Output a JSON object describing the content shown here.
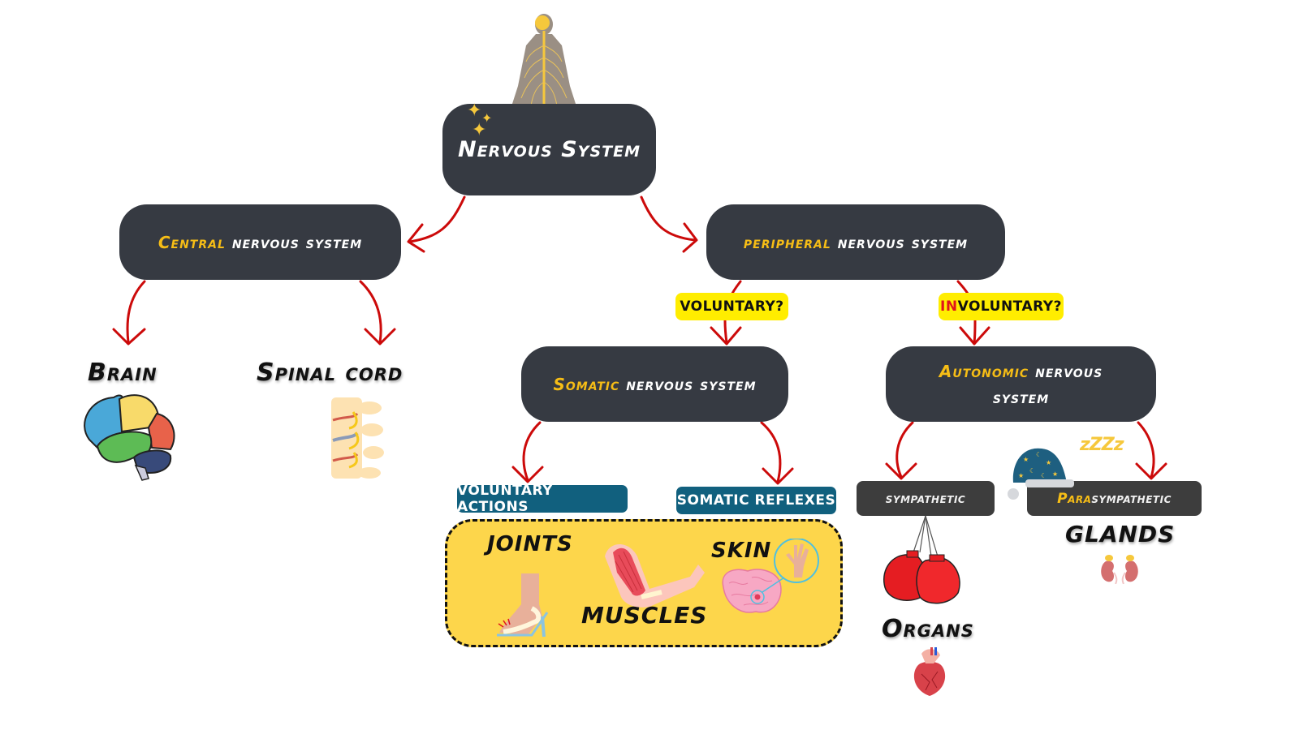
{
  "root": {
    "label": "Nervous System",
    "icon": "human-nerves-figure"
  },
  "central": {
    "highlight": "Central",
    "rest": " nervous system",
    "children": [
      {
        "label": "Brain",
        "icon": "brain-icon"
      },
      {
        "label": "Spinal cord",
        "icon": "spine-icon"
      }
    ]
  },
  "peripheral": {
    "highlight": "peripheral",
    "rest": " nervous system"
  },
  "questions": {
    "voluntary": "VOLUNTARY?",
    "involuntary_prefix": "IN",
    "involuntary_rest": "VOLUNTARY?"
  },
  "somatic": {
    "highlight": "Somatic",
    "rest": " nervous system",
    "tags": {
      "voluntary_actions": "VOLUNTARY ACTIONS",
      "somatic_reflexes": "SOMATIC REFLEXES"
    },
    "targets": [
      {
        "label": "JOINTS",
        "icon": "foot-joint-icon"
      },
      {
        "label": "MUSCLES",
        "icon": "arm-muscle-icon"
      },
      {
        "label": "SKIN",
        "icon": "skin-reflex-icon"
      }
    ]
  },
  "autonomic": {
    "highlight": "Autonomic",
    "rest": " nervous system",
    "sympathetic": {
      "label": "sympathetic",
      "target": "Organs",
      "icon": "boxing-gloves-icon",
      "target_icon": "heart-icon"
    },
    "parasympathetic": {
      "prefix": "Para",
      "rest": "sympathetic",
      "target": "GLANDS",
      "icon": "sleep-cap-icon",
      "target_icon": "kidneys-icon",
      "zzz": "zZZz"
    }
  },
  "colors": {
    "node": "#363a42",
    "highlight": "#f6bd16",
    "arrow": "#cc0a0a",
    "question": "#ffed00",
    "tag": "#11607e",
    "box": "#fdd64b"
  }
}
